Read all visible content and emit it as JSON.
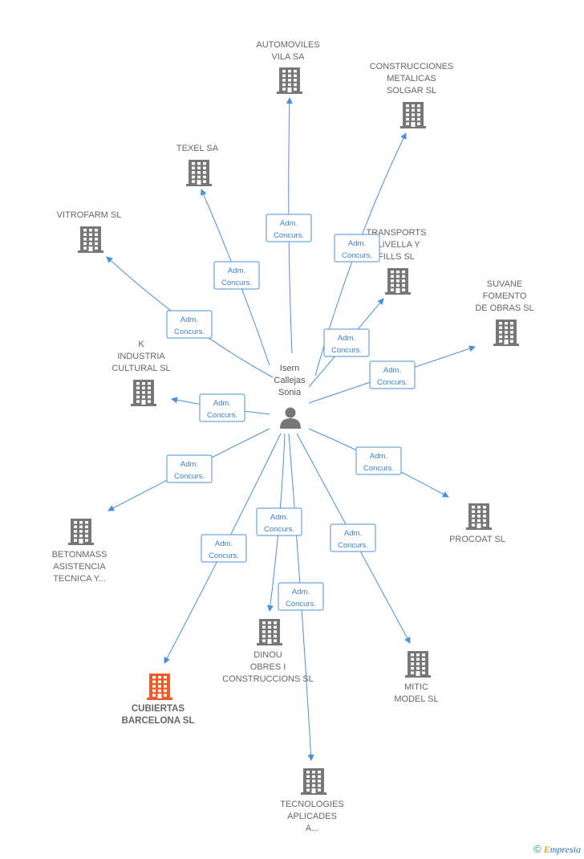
{
  "center": {
    "name_lines": [
      "Isern",
      "Callejas",
      "Sonia"
    ],
    "icon": "person-icon"
  },
  "relation_label": [
    "Adm.",
    "Concurs."
  ],
  "colors": {
    "edge": "#4a8ee0",
    "building": "#777777",
    "building_highlight": "#f05a28",
    "person": "#777777"
  },
  "nodes": [
    {
      "id": "automoviles",
      "lines": [
        "AUTOMOVILES",
        "VILA SA"
      ],
      "highlight": false,
      "icon": "building-icon"
    },
    {
      "id": "construcciones-metalicas",
      "lines": [
        "CONSTRUCCIONES",
        "METALICAS",
        "SOLGAR SL"
      ],
      "highlight": false,
      "icon": "building-icon"
    },
    {
      "id": "texel",
      "lines": [
        "TEXEL SA"
      ],
      "highlight": false,
      "icon": "building-icon"
    },
    {
      "id": "vitrofarm",
      "lines": [
        "VITROFARM SL"
      ],
      "highlight": false,
      "icon": "building-icon"
    },
    {
      "id": "transports",
      "lines": [
        "TRANSPORTS",
        "LLIVELLA Y",
        "FILLS SL"
      ],
      "highlight": false,
      "icon": "building-icon"
    },
    {
      "id": "suvane",
      "lines": [
        "SUVANE",
        "FOMENTO",
        "DE OBRAS SL"
      ],
      "highlight": false,
      "icon": "building-icon"
    },
    {
      "id": "k-industria",
      "lines": [
        "K",
        "INDUSTRIA",
        "CULTURAL SL"
      ],
      "highlight": false,
      "icon": "building-icon"
    },
    {
      "id": "betonmass",
      "lines": [
        "BETONMASS",
        "ASISTENCIA",
        "TECNICA Y..."
      ],
      "highlight": false,
      "icon": "building-icon"
    },
    {
      "id": "procoat",
      "lines": [
        "PROCOAT SL"
      ],
      "highlight": false,
      "icon": "building-icon"
    },
    {
      "id": "dinou",
      "lines": [
        "DINOU",
        "OBRES I",
        "CONSTRUCCIONS SL"
      ],
      "highlight": false,
      "icon": "building-icon"
    },
    {
      "id": "mitic",
      "lines": [
        "MITIC",
        "MODEL SL"
      ],
      "highlight": false,
      "icon": "building-icon"
    },
    {
      "id": "cubiertas",
      "lines": [
        "CUBIERTAS",
        "BARCELONA SL"
      ],
      "highlight": true,
      "icon": "building-icon"
    },
    {
      "id": "tecnologies",
      "lines": [
        "TECNOLOGIES",
        "APLICADES",
        "A..."
      ],
      "highlight": false,
      "icon": "building-icon"
    }
  ],
  "credit": {
    "copyright": "©",
    "brand_first": "E",
    "brand_rest": "mpresia"
  }
}
